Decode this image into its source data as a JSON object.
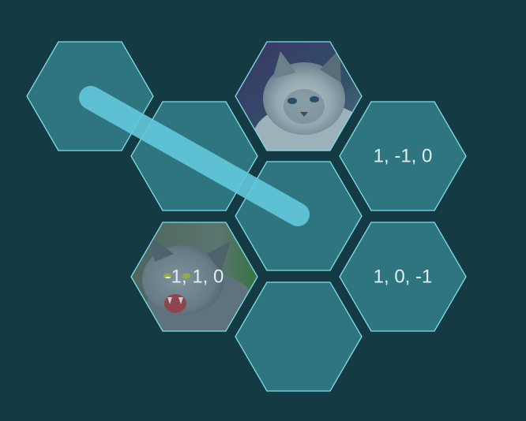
{
  "colors": {
    "background": "#143a43",
    "tile_fill": "#2f7580",
    "tile_stroke": "#7fdde9",
    "connector": "#63c9dc",
    "label": "#dfeef1"
  },
  "tiles": [
    {
      "id": "tile-top-left",
      "label": "",
      "image": "none"
    },
    {
      "id": "tile-upper-middle",
      "label": "",
      "image": "none"
    },
    {
      "id": "tile-top-cat",
      "label": "",
      "image": "fluffy-grey-cat-photo"
    },
    {
      "id": "tile-right-upper",
      "label": "1, -1, 0",
      "image": "none"
    },
    {
      "id": "tile-center",
      "label": "",
      "image": "none"
    },
    {
      "id": "tile-lower-cat",
      "label": "-1, 1, 0",
      "image": "hissing-grey-cat-photo"
    },
    {
      "id": "tile-right-lower",
      "label": "1, 0, -1",
      "image": "none"
    },
    {
      "id": "tile-bottom",
      "label": "",
      "image": "none"
    }
  ]
}
